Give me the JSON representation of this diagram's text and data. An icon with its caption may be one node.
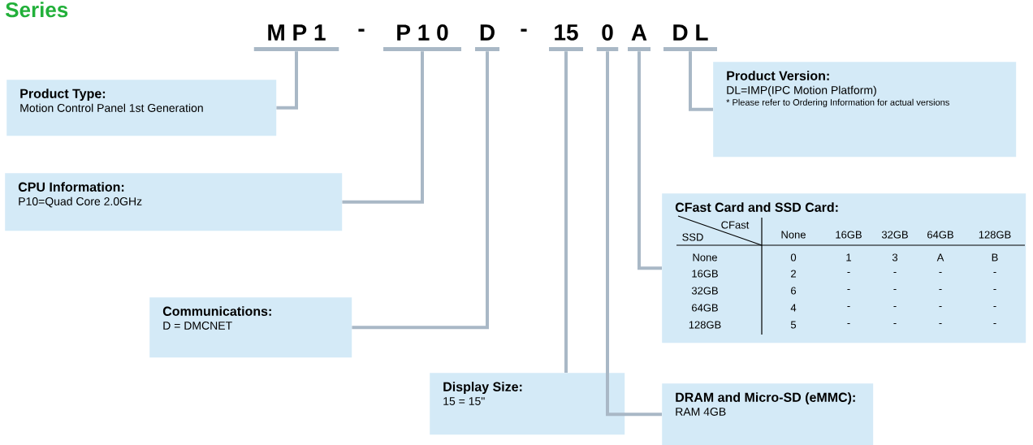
{
  "diagram": {
    "title": "Series",
    "nodes": [
      {
        "text": [
          "M P 1"
        ]
      },
      {
        "text": [
          "P 1 0"
        ]
      },
      {
        "text": [
          "D"
        ]
      },
      {
        "text": [
          "15"
        ]
      },
      {
        "text": [
          "0"
        ]
      },
      {
        "text": [
          "A"
        ]
      },
      {
        "text": [
          "D L"
        ]
      },
      {
        "text": [
          "Product Type:",
          "Motion Control Panel 1st Generation"
        ]
      },
      {
        "text": [
          "CPU Information:",
          "P10=Quad Core 2.0GHz"
        ]
      },
      {
        "text": [
          "Communications:",
          "D = DMCNET"
        ]
      },
      {
        "text": [
          "Display Size:",
          "15 = 15\""
        ]
      },
      {
        "text": [
          "DRAM and Micro-SD (eMMC):",
          "RAM 4GB"
        ]
      },
      {
        "text": [
          "CFast Card and SSD Card:"
        ]
      },
      {
        "text": [
          "Product Version:",
          "DL=IMP(IPC Motion Platform)",
          "* Please refer to Ordering Information for actual versions"
        ]
      }
    ],
    "edges": [
      {
        "from": 0,
        "to": 7,
        "arrow": "none"
      },
      {
        "from": 1,
        "to": 8,
        "arrow": "none"
      },
      {
        "from": 2,
        "to": 9,
        "arrow": "none"
      },
      {
        "from": 3,
        "to": 10,
        "arrow": "none"
      },
      {
        "from": 4,
        "to": 11,
        "arrow": "none"
      },
      {
        "from": 5,
        "to": 12,
        "arrow": "none"
      },
      {
        "from": 6,
        "to": 13,
        "arrow": "none"
      }
    ],
    "labels": [
      "-",
      "-",
      "CFast",
      "SSD",
      "None",
      "16GB",
      "32GB",
      "64GB",
      "128GB",
      "None",
      "0",
      "1",
      "3",
      "A",
      "B",
      "16GB",
      "2",
      "-",
      "-",
      "-",
      "-",
      "32GB",
      "6",
      "-",
      "-",
      "-",
      "-",
      "64GB",
      "4",
      "-",
      "-",
      "-",
      "-",
      "128GB",
      "5",
      "-",
      "-",
      "-",
      "-"
    ]
  }
}
